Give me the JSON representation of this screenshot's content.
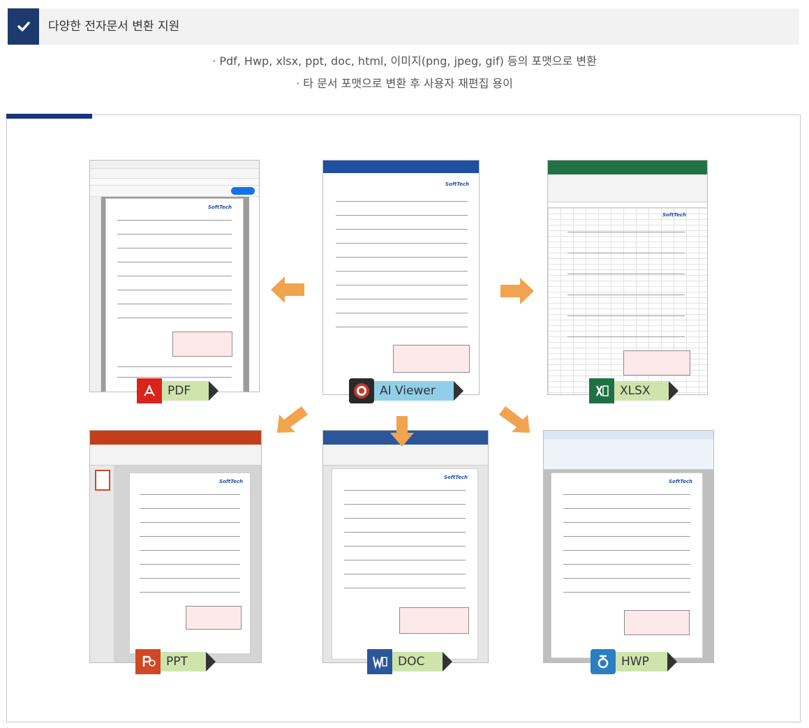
{
  "header": {
    "title": "다양한 전자문서 변환 지원"
  },
  "description": {
    "line1": "· Pdf, Hwp, xlsx, ppt, doc, html, 이미지(png, jpeg, gif) 등의 포맷으로 변환",
    "line2": "· 타 문서 포맷으로 변환 후 사용자 재편집 용이"
  },
  "formats": [
    {
      "label": "PDF",
      "icon": "pdf-icon",
      "color": "#d9241b"
    },
    {
      "label": "AI Viewer",
      "icon": "ai-viewer-icon",
      "color": "#c0392b"
    },
    {
      "label": "XLSX",
      "icon": "excel-icon",
      "color": "#1e7145"
    },
    {
      "label": "PPT",
      "icon": "powerpoint-icon",
      "color": "#d24726"
    },
    {
      "label": "DOC",
      "icon": "word-icon",
      "color": "#2b579a"
    },
    {
      "label": "HWP",
      "icon": "hwp-icon",
      "color": "#2a7fc2"
    }
  ],
  "document": {
    "logo": "SoftTech",
    "title": "견 적 서"
  },
  "colors": {
    "accent": "#15357c",
    "arrow": "#f0a450",
    "label_bg": "#cfe4ac",
    "ai_label_bg": "#8fd0e8"
  }
}
